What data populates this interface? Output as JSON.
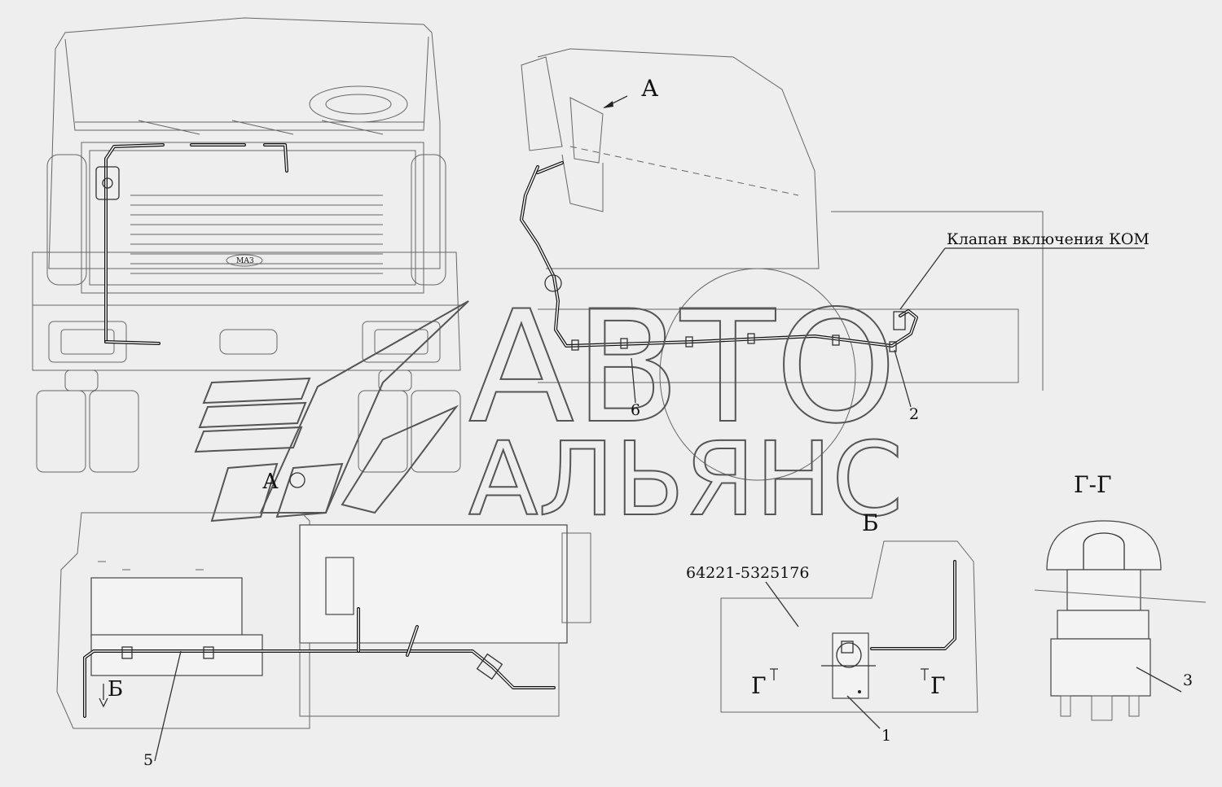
{
  "view_labels": {
    "view_a": "А",
    "view_a_callout": "А",
    "view_b_title": "Б",
    "view_b_mark": "Б",
    "section_title": "Г-Г",
    "section_left": "Г",
    "section_right": "Г"
  },
  "callouts": {
    "valve": "Клапан включения КОМ",
    "part_number": "64221-5325176",
    "item_1": "1",
    "item_2": "2",
    "item_3": "3",
    "item_5": "5",
    "item_6": "6"
  },
  "watermark": {
    "line1": "АВТО",
    "line2": "АЛЬЯНС"
  },
  "logo_text": "МАЗ"
}
